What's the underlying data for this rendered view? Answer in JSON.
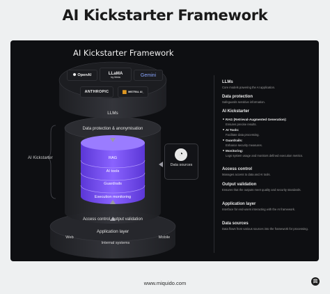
{
  "page_title": "AI Kickstarter Framework",
  "stack_title": "AI Kickstarter Framework",
  "side_label": "AI Kickstarter",
  "llm_providers": [
    {
      "name": "OpenAI",
      "icon": "openai-icon"
    },
    {
      "name": "LLaMA",
      "sub": "by Meta",
      "icon": "meta-icon"
    },
    {
      "name": "Gemini",
      "icon": "gemini-icon"
    },
    {
      "name": "ANTHROPIC",
      "icon": "anthropic-icon"
    },
    {
      "name": "MISTRAL AI_",
      "icon": "mistral-icon"
    }
  ],
  "layers": {
    "llms": "LLMs",
    "data_protection": "Data protection & anonymisation",
    "rag": "RAG",
    "ai_tools": "AI tools",
    "guardrails": "Guardrails",
    "execution_monitoring": "Execution monitoring",
    "access_control": "Access control, output validation",
    "application_layer": "Application layer",
    "web": "Web",
    "internal_systems": "Internal systems",
    "mobile": "Mobile"
  },
  "data_sources": {
    "label": "Data sources",
    "icon": "database-icon"
  },
  "legend": {
    "llms": {
      "title": "LLMs",
      "desc": "Core models powering the AI application."
    },
    "data_protection": {
      "title": "Data protection",
      "desc": "Safeguards sensitive information."
    },
    "ai_kickstarter": {
      "title": "AI Kickstarter"
    },
    "rag": {
      "title": "RAG (Retrieval-Augmented Generation):",
      "desc": "Ensures precise results."
    },
    "ai_tools": {
      "title": "AI Tools:",
      "desc": "Facilitate data processing."
    },
    "guardrails": {
      "title": "Guardrails:",
      "desc": "Enhance security measures."
    },
    "monitoring": {
      "title": "Monitoring:",
      "desc": "Logs system usage and monitors defined execution metrics."
    },
    "access_control": {
      "title": "Access control",
      "desc": "Manages access to data and AI tools."
    },
    "output_validation": {
      "title": "Output validation",
      "desc": "Ensures that the outputs meet quality and security standards."
    },
    "application_layer": {
      "title": "Application layer",
      "desc": "Interface for end-users interacting with the AI framework."
    },
    "data_sources": {
      "title": "Data sources",
      "desc": "Data flows from various sources into the framework for processing."
    }
  },
  "footer": {
    "website": "www.miquido.com"
  },
  "colors": {
    "background": "#eef0f1",
    "panel": "#0e0f12",
    "disk": "#2a2b30",
    "core_purple": "#7a54f0",
    "core_purple_light": "#9a7cff"
  }
}
